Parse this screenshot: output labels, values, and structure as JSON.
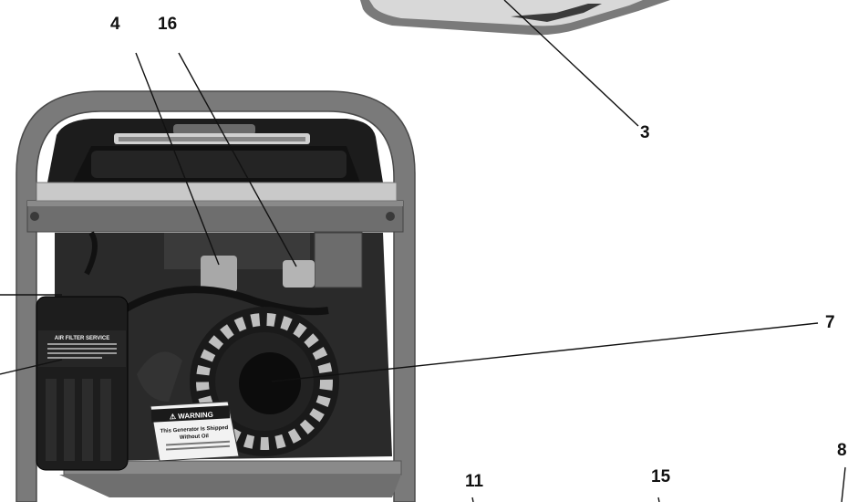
{
  "callouts": {
    "c4": "4",
    "c16": "16",
    "c3": "3",
    "c7": "7",
    "c8": "8",
    "c11": "11",
    "c15": "15"
  },
  "air_filter_decal": {
    "title": "AIR FILTER SERVICE"
  },
  "warning_tag": {
    "heading": "⚠ WARNING",
    "line1": "This Generator Is Shipped",
    "line2": "Without Oil"
  },
  "colors": {
    "frame": "#7a7a7a",
    "frame_dark": "#5a5a5a",
    "engine": "#1e1e1e",
    "panel": "#6c6c6c"
  }
}
